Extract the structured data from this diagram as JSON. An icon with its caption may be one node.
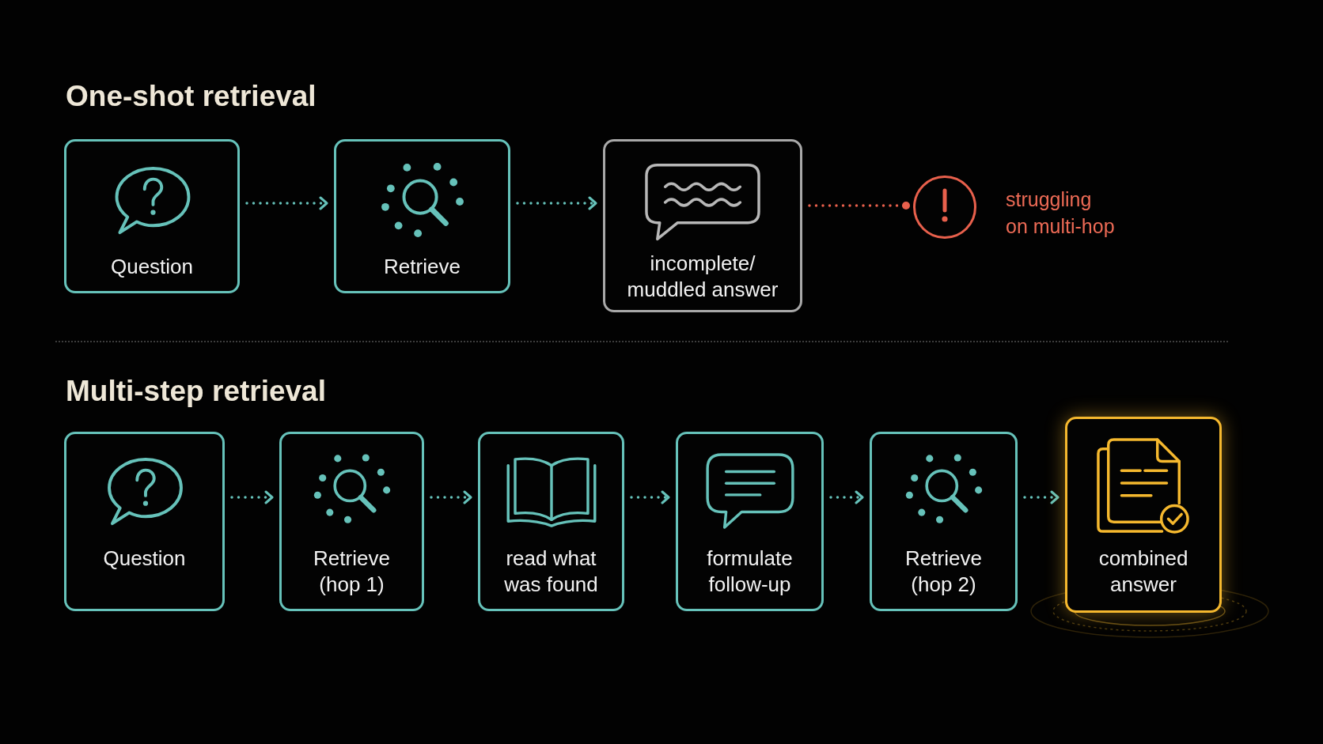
{
  "diagram": {
    "nodes": [
      {
        "text": [
          "Question"
        ]
      },
      {
        "text": [
          "Retrieve"
        ]
      },
      {
        "text": [
          "incomplete/ muddled answer"
        ]
      },
      {
        "text": [],
        "shape": "circle",
        "beside": [
          "struggling on multi-hop"
        ]
      },
      {
        "text": [
          "Question"
        ]
      },
      {
        "text": [
          "Retrieve (hop 1)"
        ]
      },
      {
        "text": [
          "read what was found"
        ]
      },
      {
        "text": [
          "formulate follow-up"
        ]
      },
      {
        "text": [
          "Retrieve (hop 2)"
        ]
      },
      {
        "text": [
          "combined answer"
        ]
      }
    ],
    "edges": [
      {
        "from": 0,
        "to": 1,
        "arrow": "to",
        "style": "dashed"
      },
      {
        "from": 1,
        "to": 2,
        "arrow": "to",
        "style": "dashed"
      },
      {
        "from": 2,
        "to": 3,
        "arrow": "other",
        "style": "dashed",
        "color": "#e8604c"
      },
      {
        "from": 4,
        "to": 5,
        "arrow": "to",
        "style": "dashed"
      },
      {
        "from": 5,
        "to": 6,
        "arrow": "to",
        "style": "dashed"
      },
      {
        "from": 6,
        "to": 7,
        "arrow": "to",
        "style": "dashed"
      },
      {
        "from": 7,
        "to": 8,
        "arrow": "to",
        "style": "dashed"
      },
      {
        "from": 8,
        "to": 9,
        "arrow": "to",
        "style": "dashed"
      }
    ],
    "labels": [
      "One-shot retrieval",
      "Multi-step retrieval"
    ]
  }
}
